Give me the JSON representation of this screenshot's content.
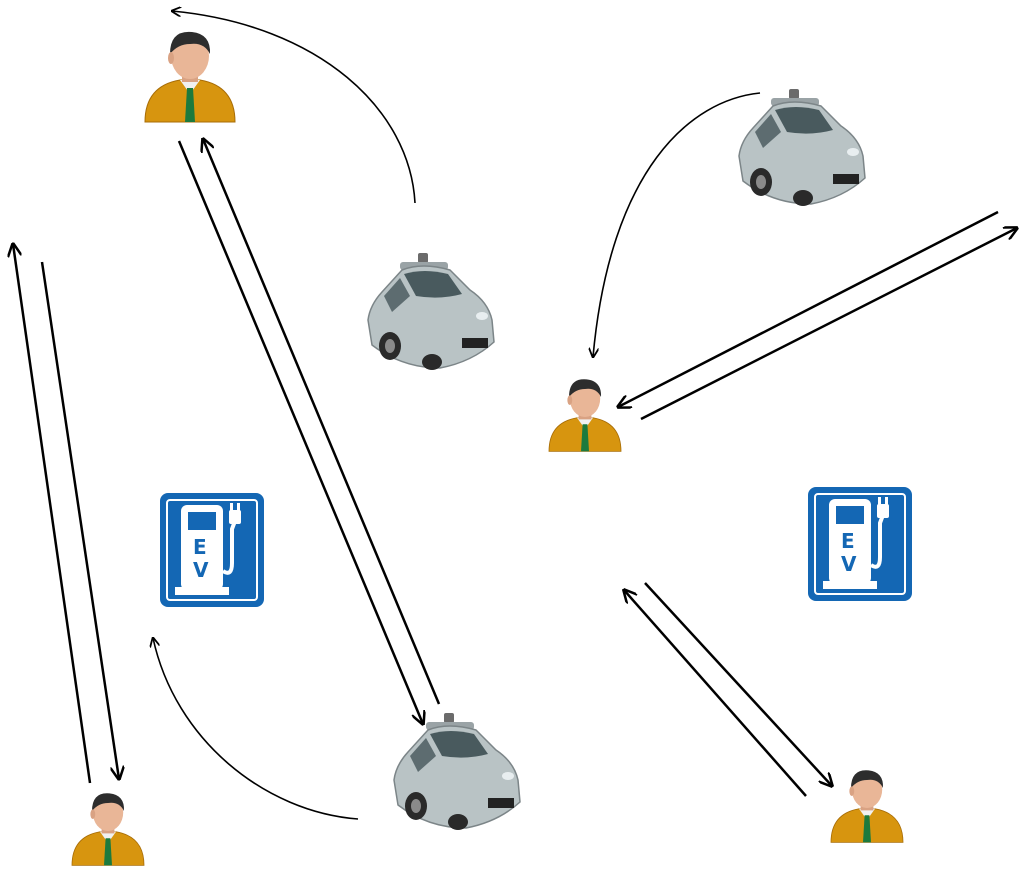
{
  "icons": {
    "person": "person-icon",
    "car": "autonomous-car-icon",
    "charger": "ev-charging-station-icon"
  },
  "colors": {
    "charger_blue": "#1467b4",
    "person_jacket": "#d7950f",
    "person_skin": "#e9b697",
    "person_hair": "#2d2d2d",
    "tie_green": "#1c7a3d",
    "car_body": "#b9c3c5",
    "arrow": "#000000"
  },
  "charging_stations": [
    {
      "id": "left",
      "label": "EV"
    },
    {
      "id": "right",
      "label": "EV"
    }
  ]
}
